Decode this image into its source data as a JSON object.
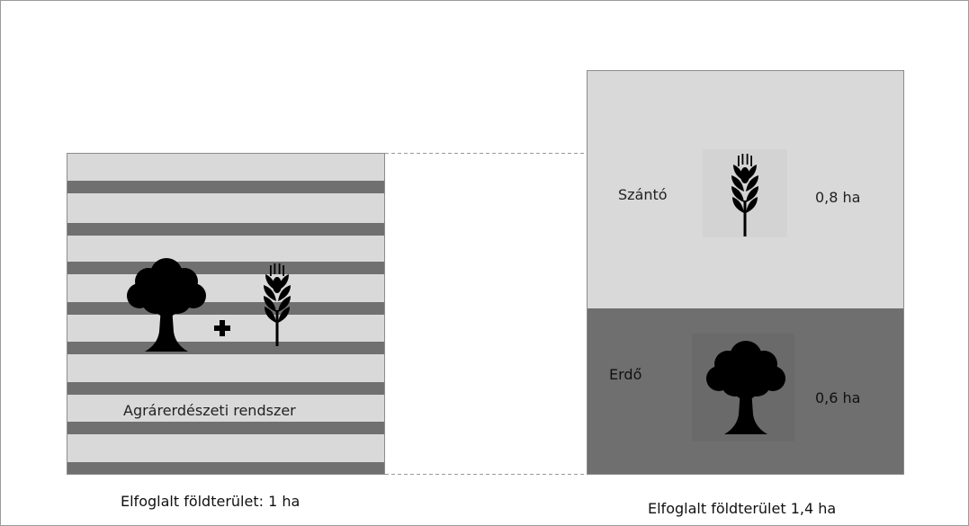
{
  "left_panel": {
    "label": "Agrárerdészeti rendszer",
    "caption": "Elfoglalt földterület: 1 ha",
    "icons": [
      "tree-icon",
      "plus-icon",
      "wheat-icon"
    ]
  },
  "right_panel": {
    "top": {
      "label": "Szántó",
      "value": "0,8 ha",
      "icon": "wheat-icon"
    },
    "bottom": {
      "label": "Erdő",
      "value": "0,6 ha",
      "icon": "tree-icon"
    },
    "caption": "Elfoglalt földterület 1,4 ha"
  },
  "colors": {
    "light_gray": "#d9d9d9",
    "stripe_gray": "#707070",
    "forest_gray": "#6f6f6f",
    "icon_black": "#000000"
  }
}
